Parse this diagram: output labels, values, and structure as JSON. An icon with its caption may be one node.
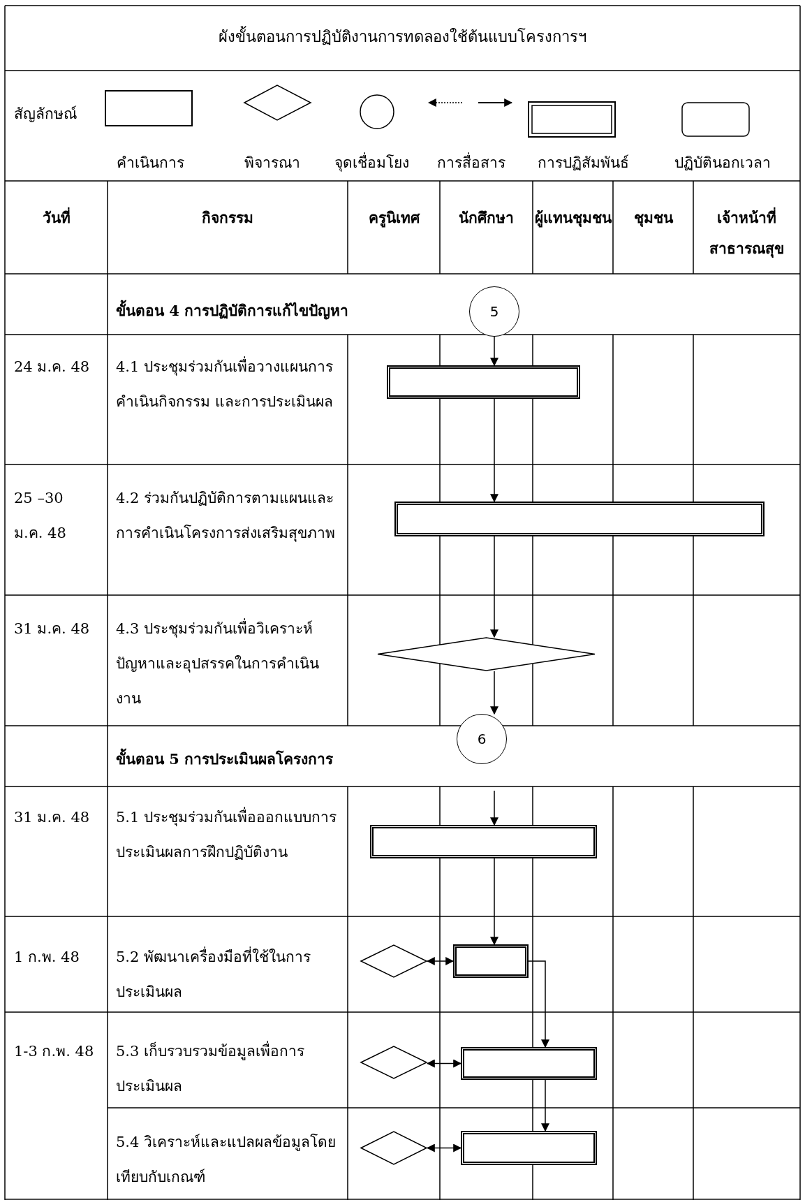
{
  "diagram": {
    "title": "ผังขั้นตอนการปฏิบัติงานการทดลองใช้ต้นแบบโครงการฯ",
    "nodes": [
      {
        "text": [
          "5"
        ]
      },
      {
        "text": [],
        "shape": "box"
      },
      {
        "text": [],
        "shape": "box"
      },
      {
        "text": [],
        "shape": "diamond"
      },
      {
        "text": [
          "6"
        ]
      },
      {
        "text": [],
        "shape": "box"
      },
      {
        "text": [],
        "shape": "diamond"
      },
      {
        "text": [],
        "shape": "box"
      },
      {
        "text": [],
        "shape": "diamond"
      },
      {
        "text": [],
        "shape": "box"
      },
      {
        "text": [],
        "shape": "diamond"
      },
      {
        "text": [],
        "shape": "box"
      }
    ],
    "edges": [
      {
        "from": 0,
        "to": 1,
        "arrow": "to"
      },
      {
        "from": 1,
        "to": 2,
        "arrow": "to"
      },
      {
        "from": 2,
        "to": 3,
        "arrow": "to"
      },
      {
        "from": 3,
        "to": 4,
        "arrow": "to"
      },
      {
        "from": null,
        "to": 5,
        "arrow": "to"
      },
      {
        "from": 5,
        "to": 7,
        "arrow": "to"
      },
      {
        "from": 6,
        "to": 7,
        "arrow": "both"
      },
      {
        "from": 7,
        "to": 9,
        "arrow": "to"
      },
      {
        "from": 8,
        "to": 9,
        "arrow": "both"
      },
      {
        "from": 9,
        "to": 11,
        "arrow": "to"
      },
      {
        "from": 10,
        "to": 11,
        "arrow": "both"
      }
    ],
    "labels": [
      "สัญลักษณ์",
      "วันที่",
      "กิจกรรม",
      "ครูนิเทศ",
      "นักศึกษา",
      "ผู้แทนชุมชน",
      "ชุมชน",
      "เจ้าหน้าที่สาธารณสุข",
      "ขั้นตอน 4 การปฏิบัติการแก้ไขปัญหา",
      "24 ม.ค. 48",
      "4.1 ประชุมร่วมกันเพื่อวางแผนการคำเนินกิจกรรม และการประเมินผล",
      "25 –30 ม.ค. 48",
      "4.2 ร่วมกันปฏิบัติการตามแผนและการคำเนินโครงการส่งเสริมสุขภาพ",
      "31 ม.ค. 48",
      "4.3 ประชุมร่วมกันเพื่อวิเคราะห์ปัญหาและอุปสรรคในการคำเนินงาน",
      "ขั้นตอน 5 การประเมินผลโครงการ",
      "31 ม.ค. 48",
      "5.1 ประชุมร่วมกันเพื่อออกแบบการประเมินผลการฝึกปฏิบัติงาน",
      "1 ก.พ. 48",
      "5.2 พัฒนาเครื่องมือที่ใช้ในการประเมินผล",
      "1-3 ก.พ. 48",
      "5.3 เก็บรวบรวมข้อมูลเพื่อการประเมินผล",
      "5.4 วิเคราะห์และแปลผลข้อมูลโดยเทียบกับเกณฑ์"
    ],
    "legend": [
      {
        "text": "คำเนินการ"
      },
      {
        "text": "พิจารณา"
      },
      {
        "text": "จุดเชื่อมโยง"
      },
      {
        "text": "การสื่อสาร"
      },
      {
        "text": "การปฏิสัมพันธ์"
      },
      {
        "text": "ปฏิบัตินอกเวลา"
      }
    ]
  }
}
